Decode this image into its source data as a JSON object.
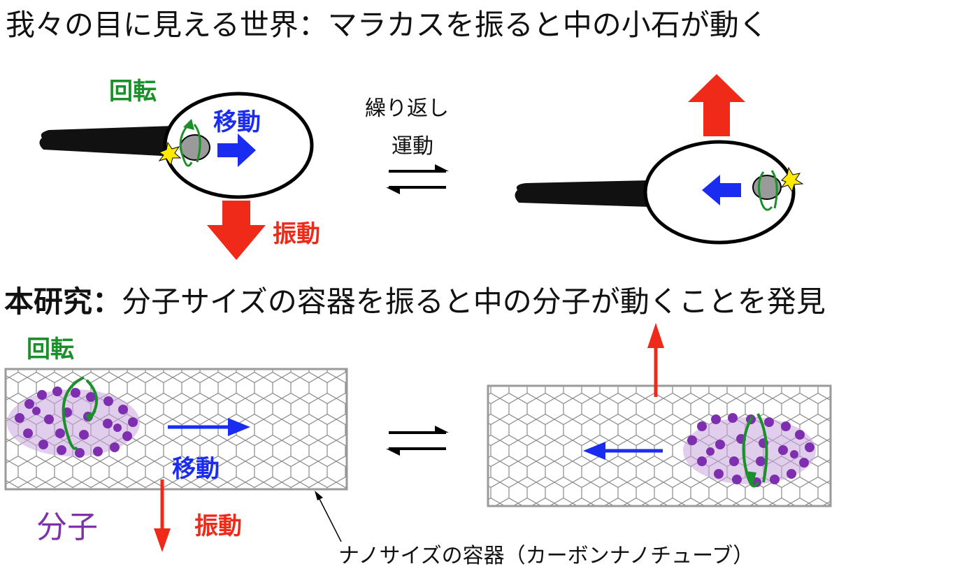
{
  "titles": {
    "top": "我々の目に見える世界：マラカスを振ると中の小石が動く",
    "bottom_bold": "本研究：",
    "bottom_rest": "分子サイズの容器を振ると中の分子が動くことを発見"
  },
  "labels": {
    "rotation": "回転",
    "movement": "移動",
    "vibration": "振動",
    "repeat_line1": "繰り返し",
    "repeat_line2": "運動",
    "molecule": "分子",
    "container_caption": "ナノサイズの容器（カーボンナノチューブ）"
  },
  "colors": {
    "rotation": "#1a8f2a",
    "movement": "#1a2cf0",
    "vibration": "#f02a18",
    "molecule": "#7d32a8",
    "spark": "#ffea00"
  }
}
